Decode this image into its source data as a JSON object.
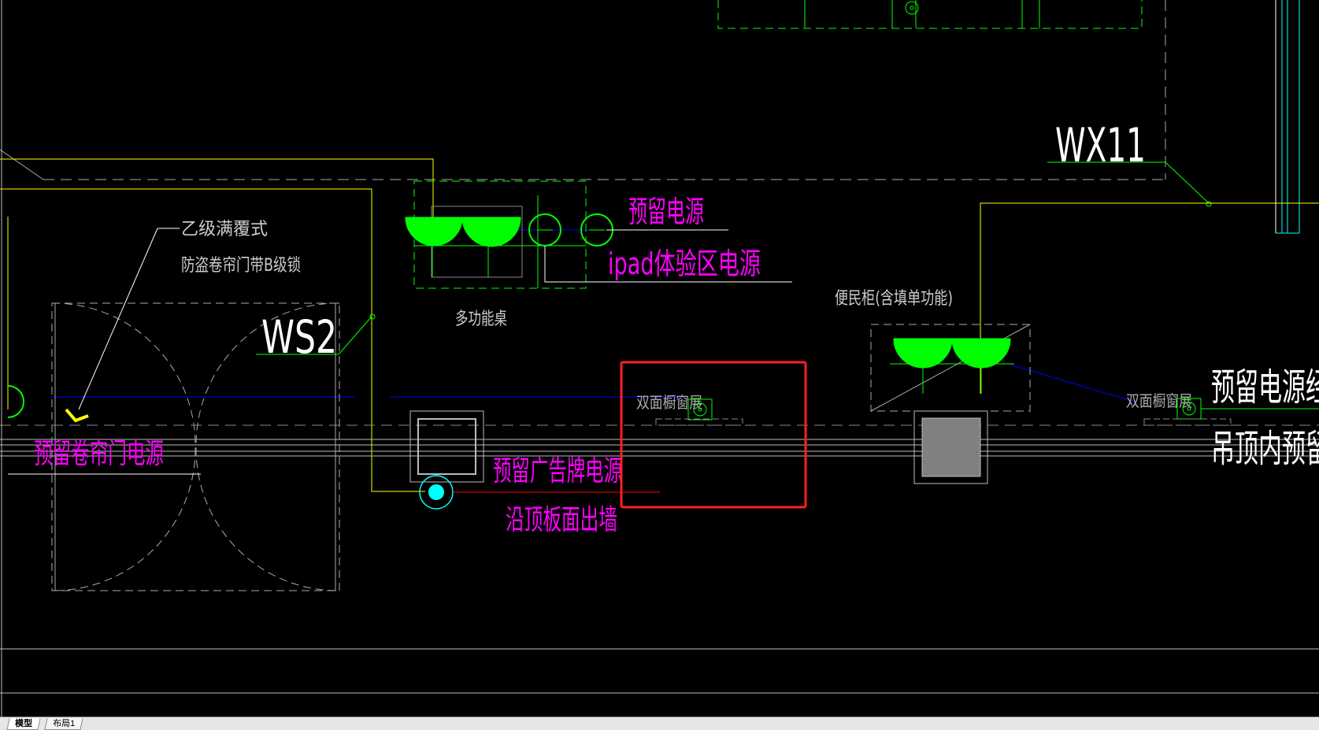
{
  "drawing": {
    "labels": {
      "wx11": "WX11",
      "ws2": "WS2",
      "door_note_line1": "乙级满覆式",
      "door_note_line2": "防盗卷帘门带B级锁",
      "reserved_power": "预留电源",
      "ipad_power": "ipad体验区电源",
      "multi_desk": "多功能桌",
      "kiosk": "便民柜(含填单功能)",
      "window_left": "双面橱窗展",
      "window_right": "双面橱窗展",
      "shutter_power": "预留卷帘门电源",
      "billboard_power": "预留广告牌电源",
      "along_ceiling": "沿顶板面出墙",
      "reserved_right_1": "预留电源经",
      "reserved_right_2": "吊顶内预留"
    },
    "colors": {
      "background": "#000000",
      "magenta": "#ff00ff",
      "green": "#00ff00",
      "yellow": "#ffff00",
      "cyan": "#00ffff",
      "blue": "#0000ff",
      "red": "#ff0000",
      "white": "#ffffff",
      "highlight_box": "#ff2020"
    }
  },
  "tabs": [
    {
      "label": "模型",
      "active": true
    },
    {
      "label": "布局1",
      "active": false
    }
  ]
}
